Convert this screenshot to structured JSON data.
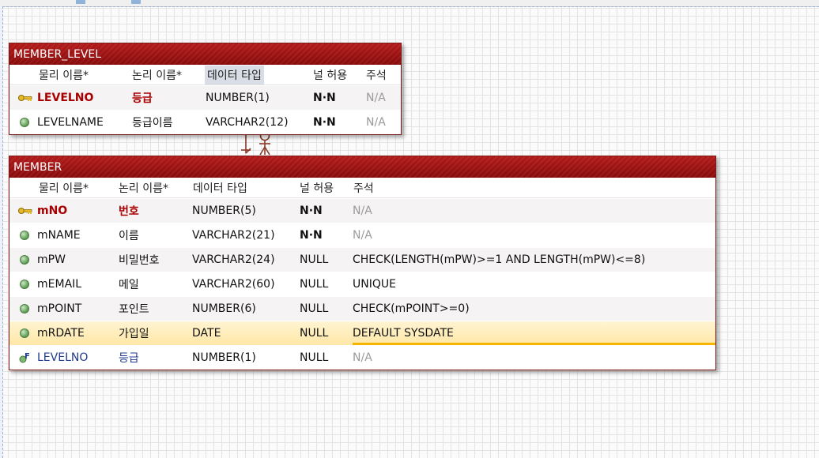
{
  "entities": {
    "member_level": {
      "title": "MEMBER_LEVEL",
      "headers": {
        "physical": "물리 이름*",
        "logical": "논리 이름*",
        "datatype": "데이터 타입",
        "nullable": "널 허용",
        "comment": "주석"
      },
      "rows": [
        {
          "icon": "primary-key-icon",
          "physical": "LEVELNO",
          "logical": "등급",
          "datatype": "NUMBER(1)",
          "nullable": "N·N",
          "comment": "N/A"
        },
        {
          "icon": "column-dot-icon",
          "physical": "LEVELNAME",
          "logical": "등급이름",
          "datatype": "VARCHAR2(12)",
          "nullable": "N·N",
          "comment": "N/A"
        }
      ]
    },
    "member": {
      "title": "MEMBER",
      "headers": {
        "physical": "물리 이름*",
        "logical": "논리 이름*",
        "datatype": "데이터 타입",
        "nullable": "널 허용",
        "comment": "주석"
      },
      "rows": [
        {
          "icon": "primary-key-icon",
          "physical": "mNO",
          "logical": "번호",
          "datatype": "NUMBER(5)",
          "nullable": "N·N",
          "comment": "N/A"
        },
        {
          "icon": "column-dot-icon",
          "physical": "mNAME",
          "logical": "이름",
          "datatype": "VARCHAR2(21)",
          "nullable": "N·N",
          "comment": "N/A"
        },
        {
          "icon": "column-dot-icon",
          "physical": "mPW",
          "logical": "비밀번호",
          "datatype": "VARCHAR2(24)",
          "nullable": "NULL",
          "comment": "CHECK(LENGTH(mPW)>=1 AND LENGTH(mPW)<=8)"
        },
        {
          "icon": "column-dot-icon",
          "physical": "mEMAIL",
          "logical": "메일",
          "datatype": "VARCHAR2(60)",
          "nullable": "NULL",
          "comment": "UNIQUE"
        },
        {
          "icon": "column-dot-icon",
          "physical": "mPOINT",
          "logical": "포인트",
          "datatype": "NUMBER(6)",
          "nullable": "NULL",
          "comment": "CHECK(mPOINT>=0)"
        },
        {
          "icon": "column-dot-icon",
          "physical": "mRDATE",
          "logical": "가입일",
          "datatype": "DATE",
          "nullable": "NULL",
          "comment": "DEFAULT SYSDATE"
        },
        {
          "icon": "foreign-key-icon",
          "physical": "LEVELNO",
          "logical": "등급",
          "datatype": "NUMBER(1)",
          "nullable": "NULL",
          "comment": "N/A"
        }
      ]
    }
  },
  "colors": {
    "title_bar": "#9b0f0f",
    "primary_key_text": "#a80000",
    "foreign_key_text": "#1f3a8f",
    "selected_row": "#ffe7a7",
    "relationship_line": "#8b3a2a"
  }
}
